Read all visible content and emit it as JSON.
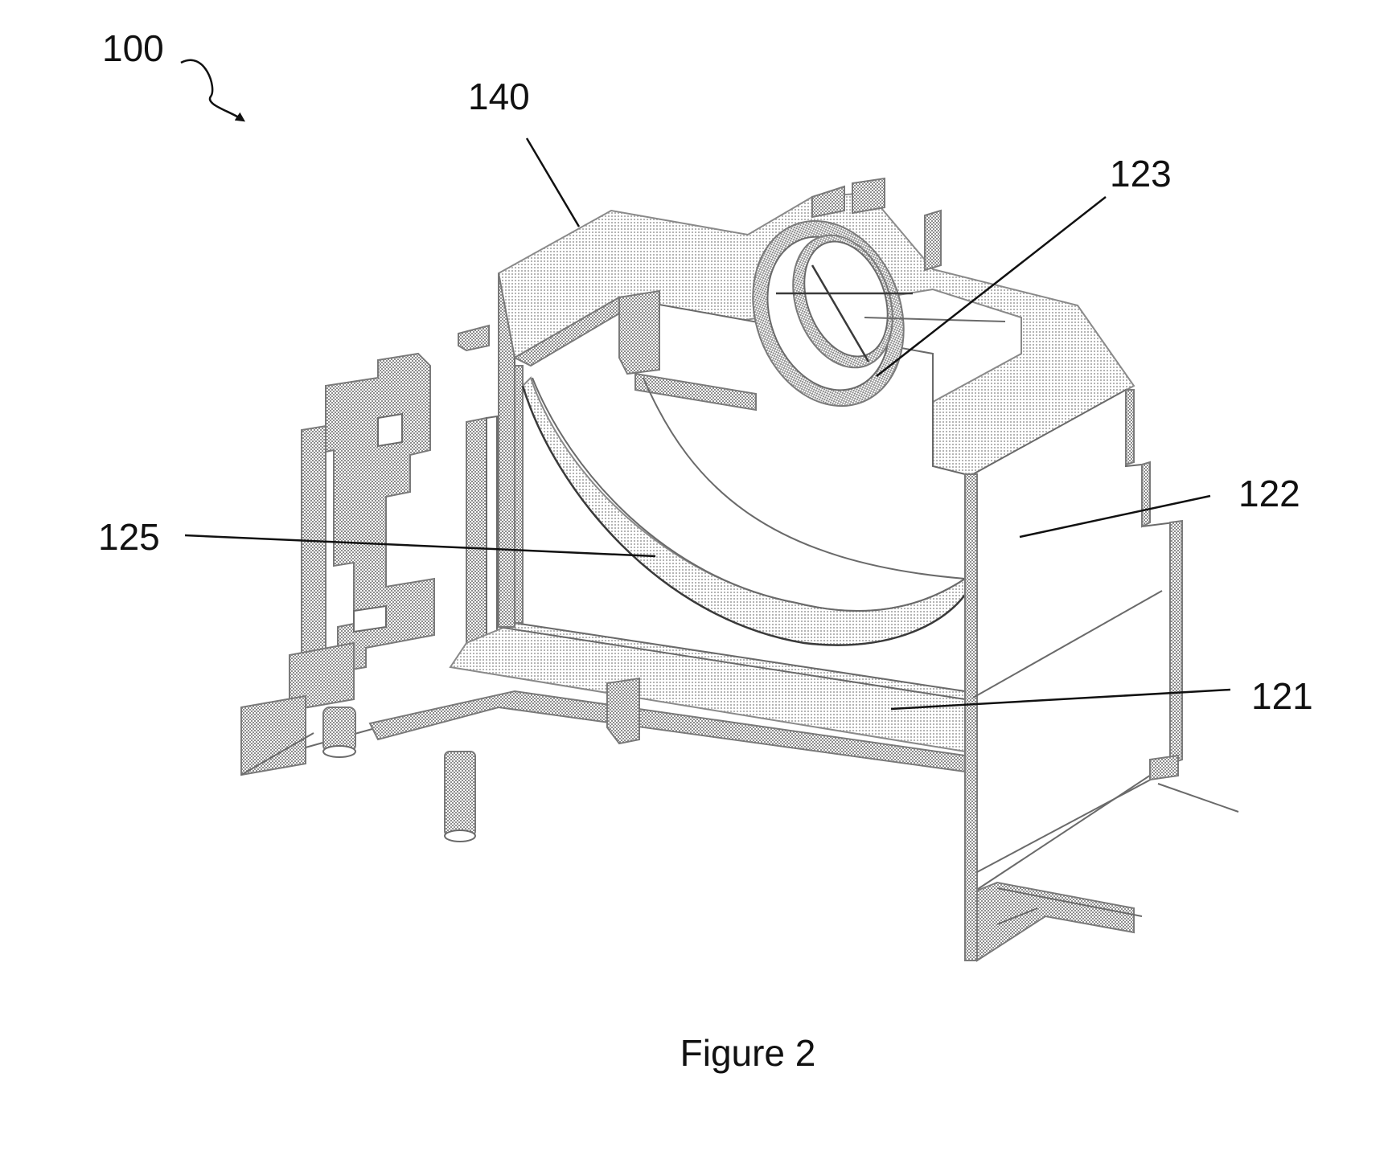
{
  "figure": {
    "caption": "Figure 2",
    "assembly_label": "100",
    "labels": {
      "l140": "140",
      "l123": "123",
      "l122": "122",
      "l125": "125",
      "l121": "121"
    }
  }
}
